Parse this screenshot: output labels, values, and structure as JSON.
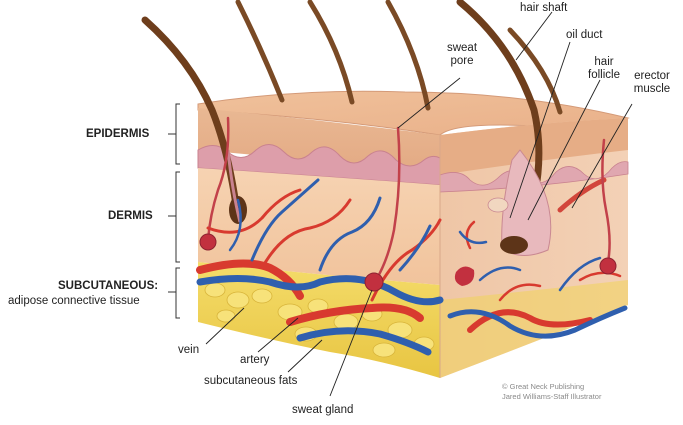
{
  "labels": {
    "hair_shaft": "hair shaft",
    "oil_duct": "oil duct",
    "sweat_pore": [
      "sweat",
      "pore"
    ],
    "hair_follicle": [
      "hair",
      "follicle"
    ],
    "erector_muscle": [
      "erector",
      "muscle"
    ],
    "epidermis": "EPIDERMIS",
    "dermis": "DERMIS",
    "subcutaneous": "SUBCUTANEOUS:",
    "adipose": "adipose connective tissue",
    "vein": "vein",
    "artery": "artery",
    "subcutaneous_fats": "subcutaneous fats",
    "sweat_gland": "sweat gland"
  },
  "credits": {
    "publisher": "© Great Neck Publishing",
    "illustrator": "Jared Williams-Staff Illustrator"
  },
  "colors": {
    "epidermis": "#e8b48c",
    "epidermis_band": "#d99aa0",
    "dermis": "#f2c9a4",
    "subcutaneous": "#f0d250",
    "artery": "#d83a2f",
    "vein": "#2f5fae",
    "hair": "#7a4a25",
    "leader": "#222222"
  }
}
